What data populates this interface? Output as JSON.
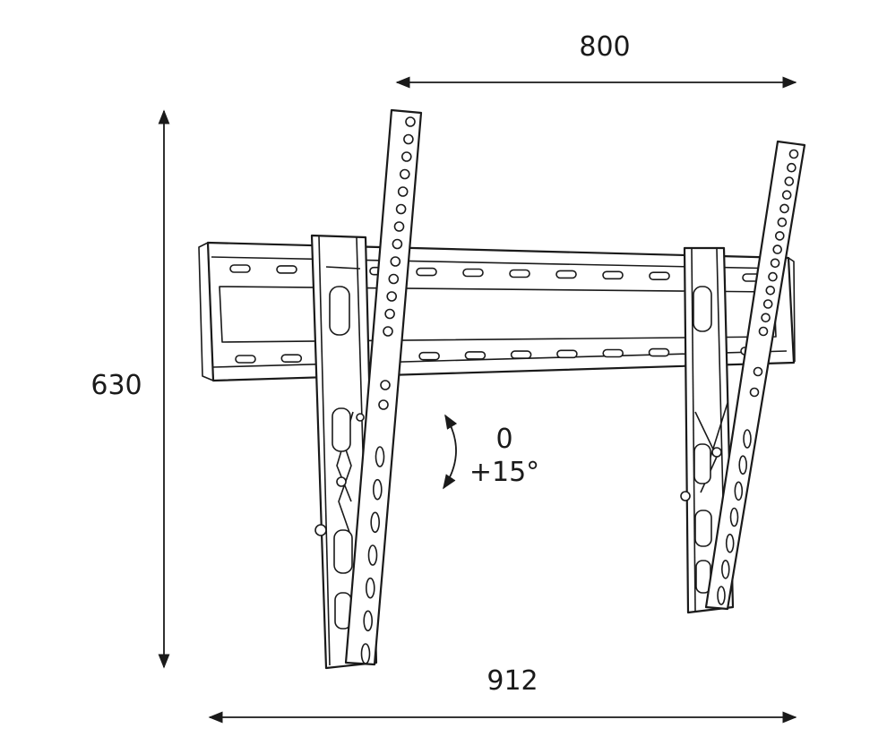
{
  "dimensions": {
    "vesa_width": "800",
    "total_height": "630",
    "total_width": "912"
  },
  "tilt": {
    "min": "0",
    "max": "+15°"
  },
  "colors": {
    "line": "#1a1a1a",
    "background": "#ffffff"
  }
}
